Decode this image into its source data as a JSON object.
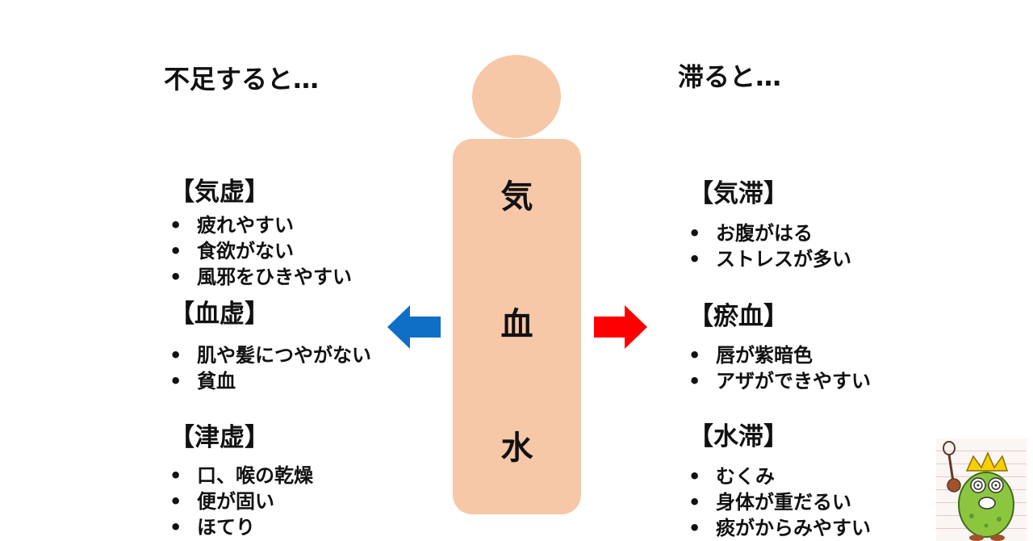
{
  "left_heading": "不足すると…",
  "right_heading": "滞ると…",
  "figure": {
    "labels": [
      "気",
      "血",
      "水"
    ],
    "color": "#f6c8a8"
  },
  "arrows": {
    "left_color": "#0f6fc6",
    "right_color": "#ff0000"
  },
  "deficiency": [
    {
      "title": "【気虚】",
      "items": [
        "疲れやすい",
        "食欲がない",
        "風邪をひきやすい"
      ]
    },
    {
      "title": "【血虚】",
      "items": [
        "肌や髪につやがない",
        "貧血"
      ]
    },
    {
      "title": "【津虚】",
      "items": [
        "口、喉の乾燥",
        "便が固い",
        "ほてり"
      ]
    }
  ],
  "stagnation": [
    {
      "title": "【気滞】",
      "items": [
        "お腹がはる",
        "ストレスが多い"
      ]
    },
    {
      "title": "【瘀血】",
      "items": [
        "唇が紫暗色",
        "アザができやすい"
      ]
    },
    {
      "title": "【水滞】",
      "items": [
        "むくみ",
        "身体が重だるい",
        "痰がからみやすい"
      ]
    }
  ]
}
